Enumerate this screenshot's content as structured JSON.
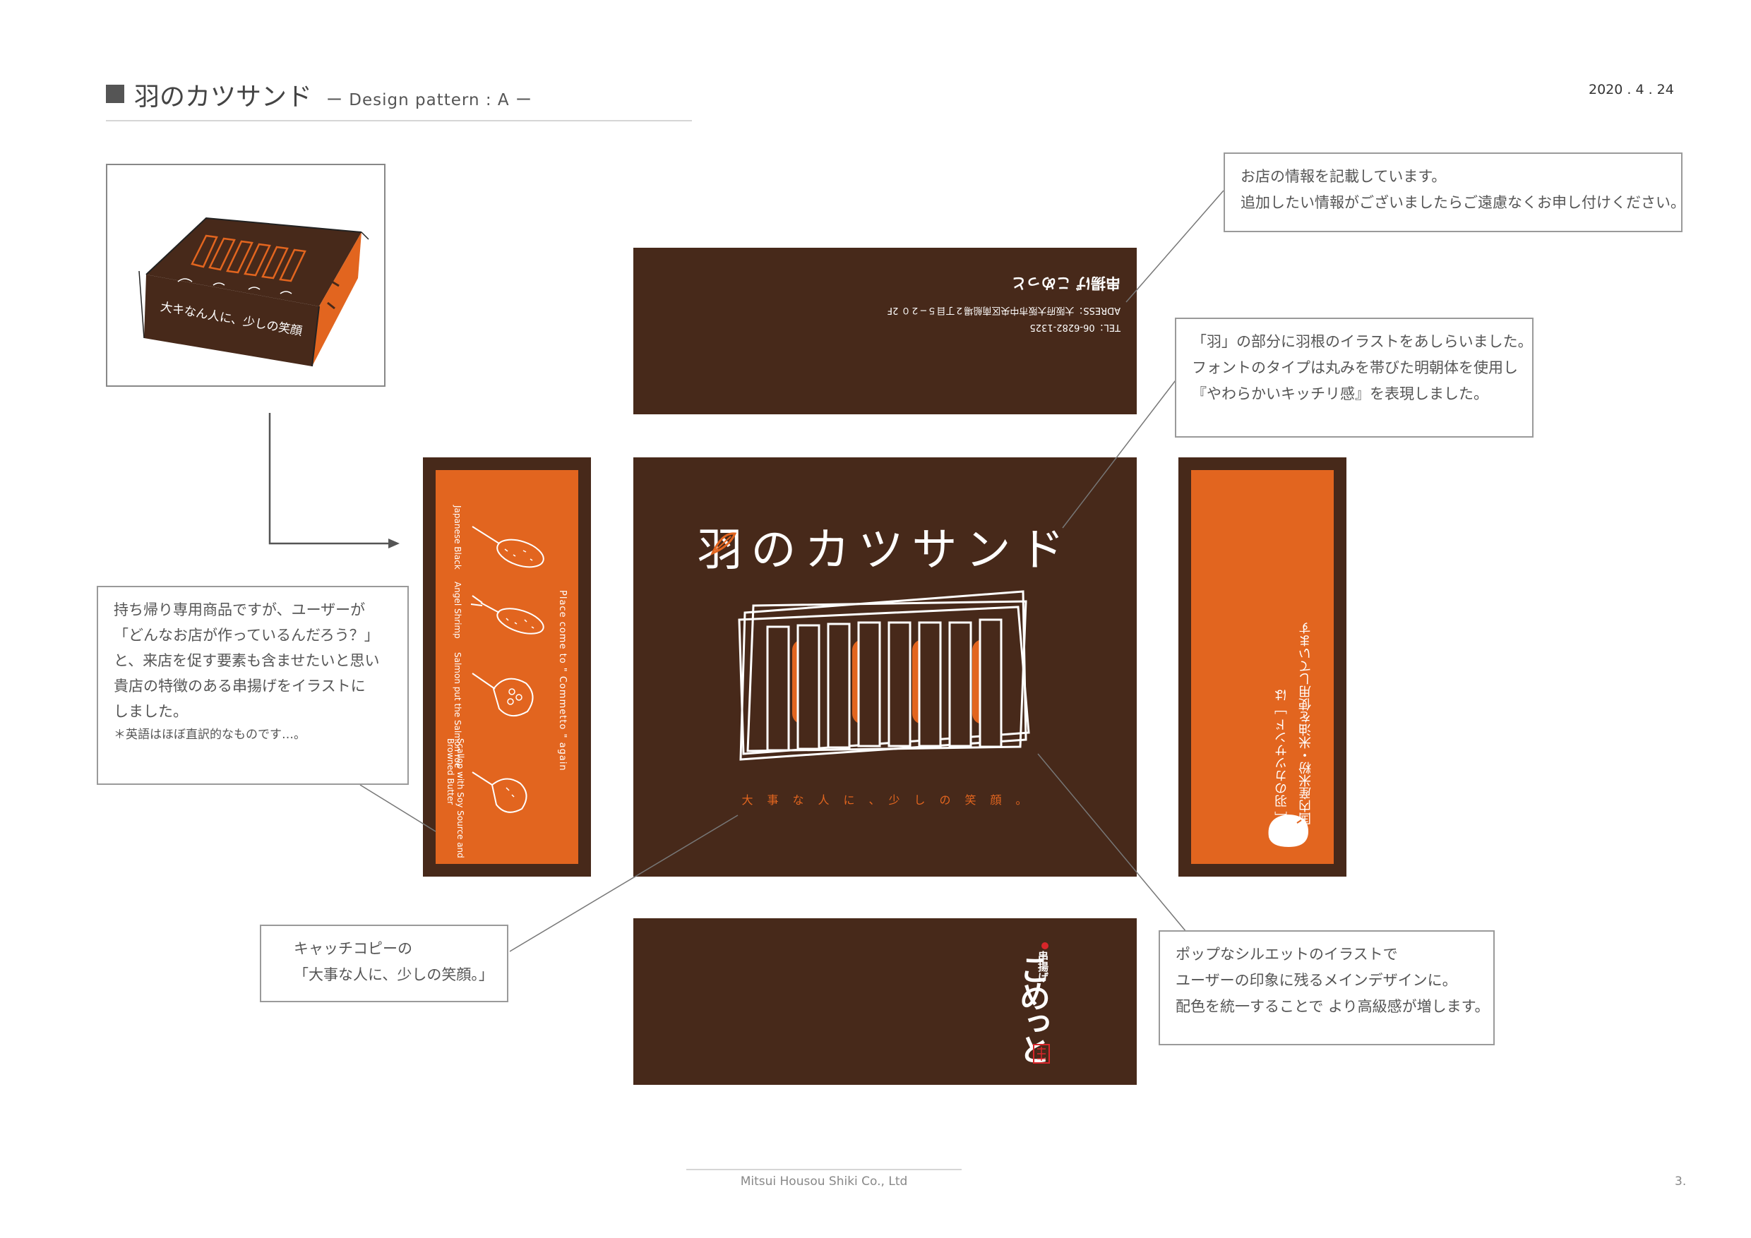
{
  "header": {
    "title": "羽のカツサンド",
    "subtitle": "ー Design pattern : A ー",
    "date": "2020 . 4 . 24"
  },
  "box_top": {
    "shop_name": "串揚げ こめっと",
    "address": "ADRESS：大阪府大阪市中央区南船場２丁目５−２０ 2F",
    "tel": "TEL：06-6282-1325"
  },
  "box_front": {
    "title": "羽のカツサンド",
    "catch_copy": "大　事　な　人　に　、　少　し　の　笑　顔　。"
  },
  "box_left": {
    "tagline": "Place come to \" Commetto \" again",
    "items": [
      "Japanese Black",
      "Angel Shrimp",
      "Salmon put the Salmon roe",
      "Scallop with Soy Source and Browned Butter"
    ]
  },
  "box_right": {
    "line1": "［ 羽のカツサンド ］は",
    "line2": "国内産米粉・米油を使用しています"
  },
  "box_bottom": {
    "logo_small": "串揚げ",
    "logo_main": "こめっと"
  },
  "sketch": {
    "caption": "大キなん人に、少しの笑顔"
  },
  "notes": {
    "shop_info": [
      "お店の情報を記載しています。",
      "追加したい情報がございましたらご遠慮なくお申し付けください。"
    ],
    "feather": [
      "「羽」の部分に羽根のイラストをあしらいました。",
      "フォントのタイプは丸みを帯びた明朝体を使用し",
      "『やわらかいキッチリ感』を表現しました。"
    ],
    "illustration": [
      "持ち帰り専用商品ですが、ユーザーが",
      "「どんなお店が作っているんだろう？」",
      "と、来店を促す要素も含ませたいと思い",
      "貴店の特徴のある串揚げをイラストに",
      "しました。"
    ],
    "illustration_note": "＊英語はほぼ直訳的なものです…。",
    "catch": [
      "キャッチコピーの",
      "「大事な人に、少しの笑顔。」"
    ],
    "silhouette": [
      "ポップなシルエットのイラストで",
      "ユーザーの印象に残るメインデザインに。",
      "配色を統一することで より高級感が増します。"
    ]
  },
  "footer": {
    "company": "Mitsui Housou Shiki Co., Ltd",
    "page": "3."
  },
  "colors": {
    "brown": "#47291a",
    "orange": "#e2651f"
  }
}
